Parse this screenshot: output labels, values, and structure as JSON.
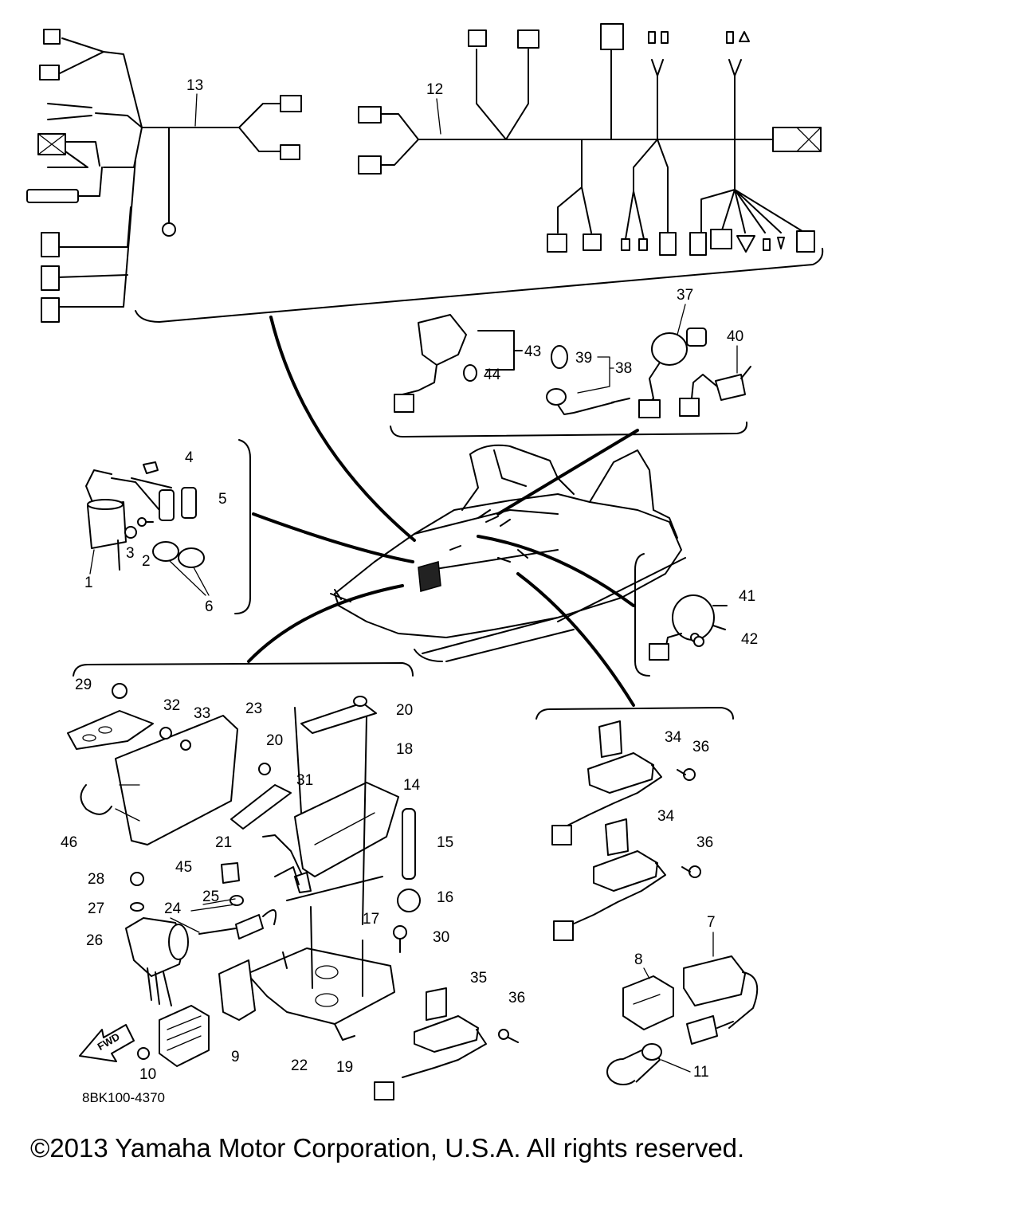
{
  "diagram": {
    "part_code": "8BK100-4370",
    "fwd_label": "FWD",
    "copyright": "©2013 Yamaha Motor Corporation, U.S.A. All rights reserved.",
    "callouts": {
      "c1": "1",
      "c2": "2",
      "c3": "3",
      "c4": "4",
      "c5": "5",
      "c6": "6",
      "c7": "7",
      "c8": "8",
      "c9": "9",
      "c10": "10",
      "c11": "11",
      "c12": "12",
      "c13": "13",
      "c14": "14",
      "c15": "15",
      "c16": "16",
      "c17": "17",
      "c18": "18",
      "c19": "19",
      "c20a": "20",
      "c20b": "20",
      "c21": "21",
      "c22": "22",
      "c23": "23",
      "c24": "24",
      "c25": "25",
      "c26": "26",
      "c27": "27",
      "c28": "28",
      "c29": "29",
      "c30": "30",
      "c31": "31",
      "c32": "32",
      "c33": "33",
      "c34a": "34",
      "c34b": "34",
      "c35": "35",
      "c36a": "36",
      "c36b": "36",
      "c36c": "36",
      "c37": "37",
      "c38": "38",
      "c39": "39",
      "c40": "40",
      "c41": "41",
      "c42": "42",
      "c43": "43",
      "c44": "44",
      "c45": "45",
      "c46": "46"
    }
  }
}
